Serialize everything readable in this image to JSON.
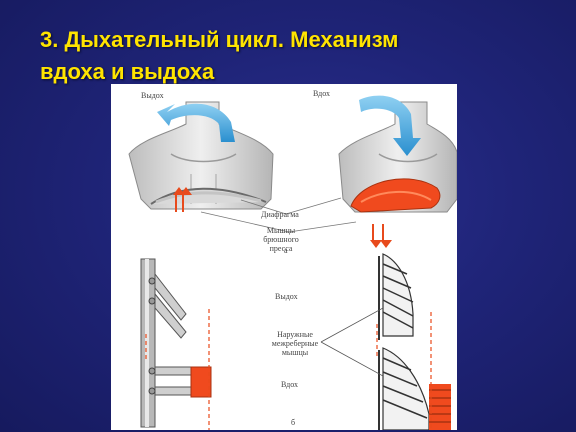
{
  "slide": {
    "title_line1": "3. Дыхательный цикл. Механизм",
    "title_line2": "вдоха и выдоха"
  },
  "figure": {
    "label_exhale_top": "Выдох",
    "label_inhale_top": "Вдох",
    "label_diaphragm": "Диафрагма",
    "label_abdominal_muscles": "Мышцы брюшного пресса",
    "label_part_a": "а",
    "label_exhale_bottom": "Выдох",
    "label_intercostal": "Наружные межреберные мышцы",
    "label_inhale_bottom": "Вдох",
    "label_part_b": "б"
  },
  "colors": {
    "title": "#ffe400",
    "background": "#1f2478",
    "muscle": "#f04a1e",
    "arrow_blue": "#4aa7dd"
  }
}
